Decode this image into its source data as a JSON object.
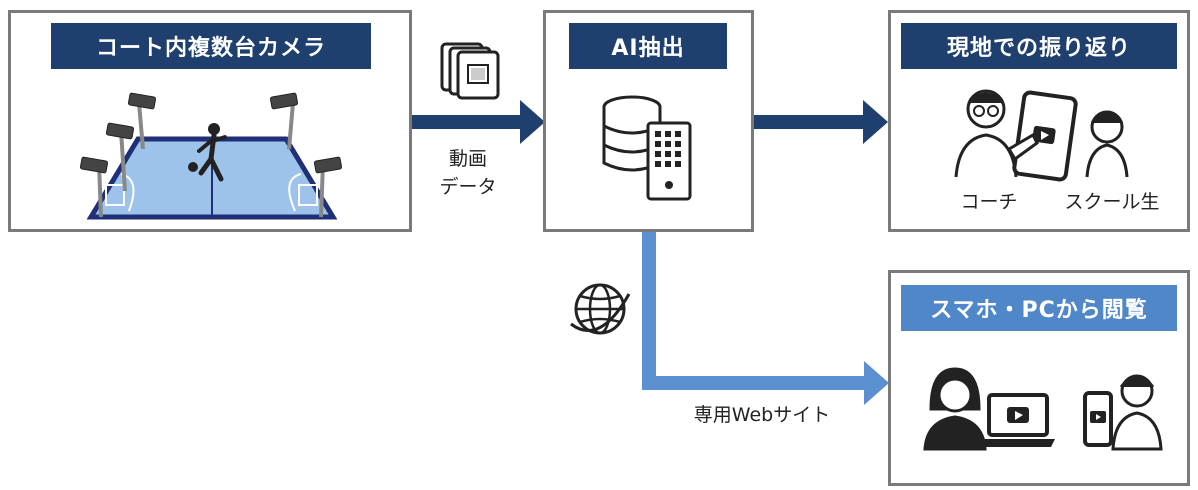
{
  "boxes": {
    "cameras": {
      "title": "コート内複数台カメラ"
    },
    "ai": {
      "title": "AI抽出"
    },
    "review": {
      "title": "現地での振り返り",
      "person1": "コーチ",
      "person2": "スクール生"
    },
    "web": {
      "title": "スマホ・PCから閲覧"
    }
  },
  "arrows": {
    "video_line1": "動画",
    "video_line2": "データ",
    "site": "専用Webサイト"
  },
  "colors": {
    "dark_header": "#1f3f6e",
    "light_header": "#4f87c8",
    "dark_arrow": "#1f3f6e",
    "light_arrow": "#5b8fd0",
    "court": "#9ec3ea",
    "court_line": "#1f2f78",
    "border": "#7a7a7a"
  },
  "icons": [
    "camera-icon",
    "film-stack-icon",
    "database-server-icon",
    "globe-icon",
    "tablet-video-icon",
    "laptop-video-icon",
    "phone-video-icon"
  ]
}
